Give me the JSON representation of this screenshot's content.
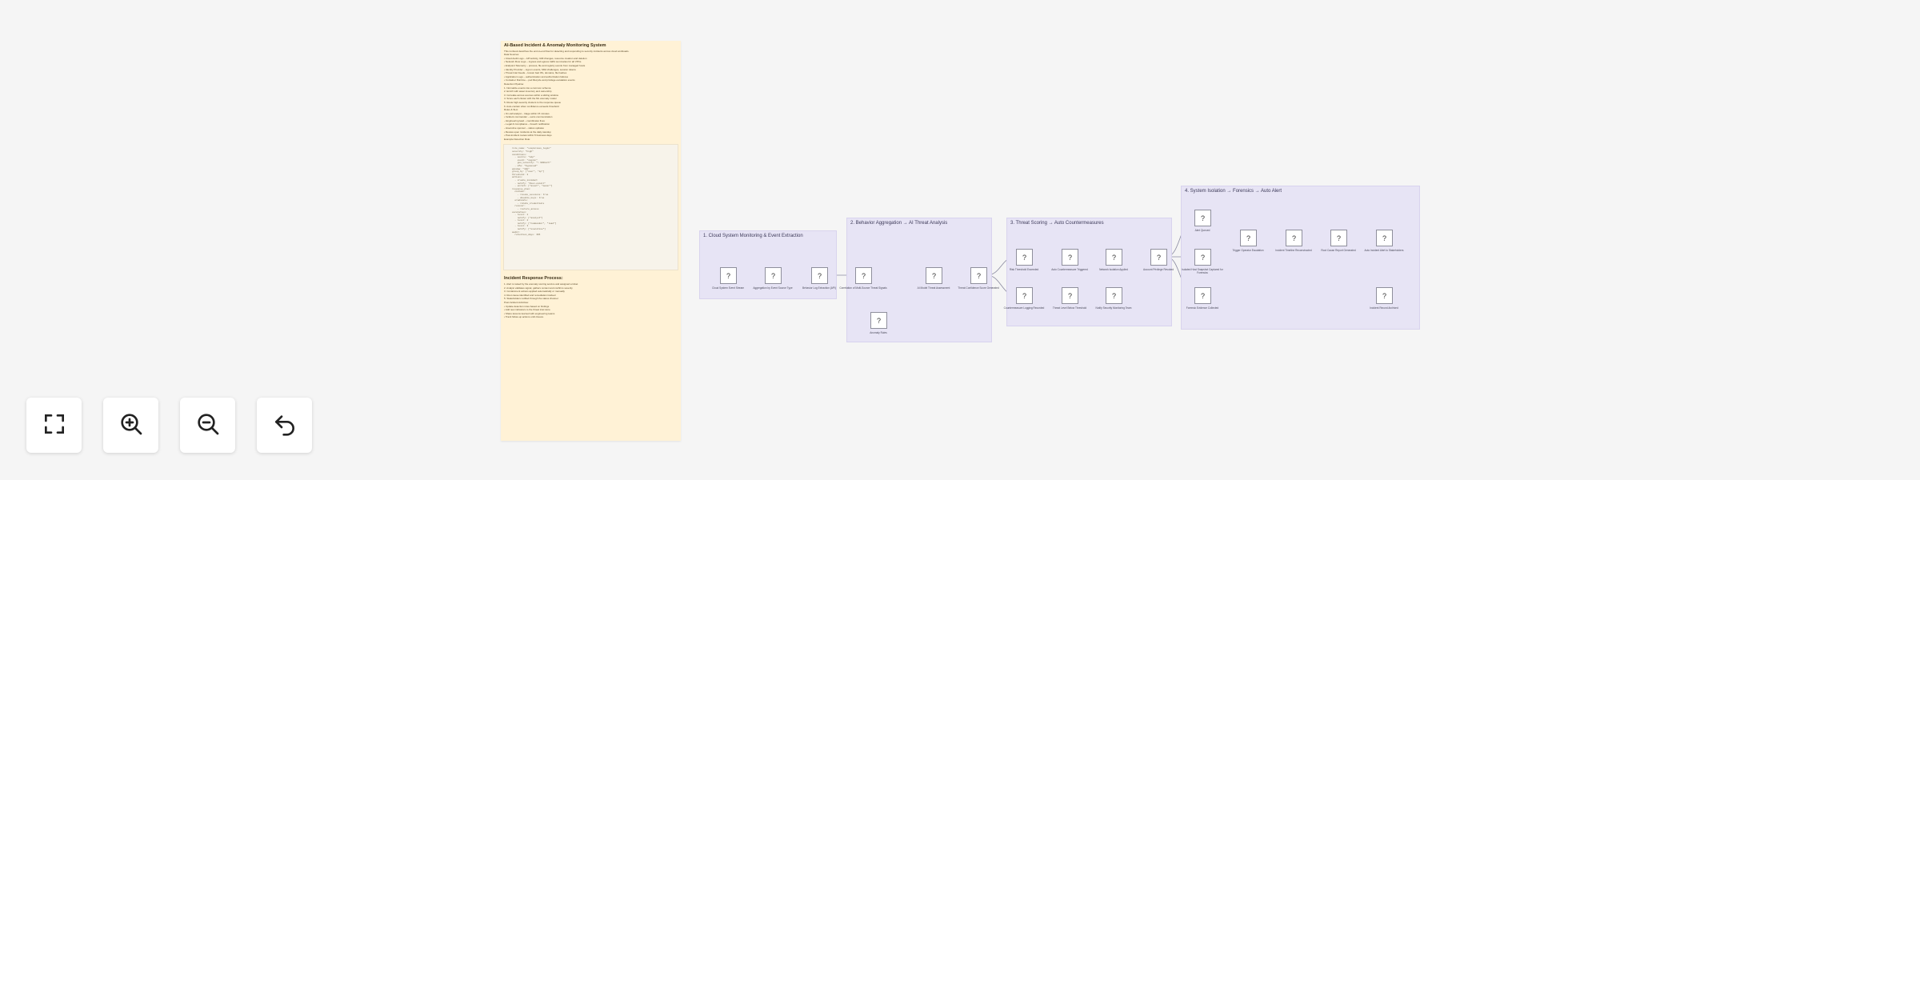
{
  "note": {
    "title": "AI-Based Incident & Anomaly Monitoring System",
    "lines": [
      "This runbook describes the end-to-end flow for detecting and responding to security incidents across cloud workloads.",
      "Data Sources:",
      "• Cloud Audit Logs – API activity, IAM changes, resource creation and deletion",
      "• Network Flow Logs – ingress and egress traffic summaries for all VPCs",
      "• Endpoint Telemetry – process, file and registry events from managed hosts",
      "• Identity Provider – sign-in events, MFA challenges, session tokens",
      "• Threat Intel Feeds – known bad IPs, domains, file hashes",
      "• Application Logs – authentication and authorization failures",
      "• Container Runtime – pod lifecycle and privilege escalation events",
      "Detection Pipeline:",
      "1. Normalize events into a common schema",
      "2. Enrich with asset inventory and ownership",
      "3. Correlate across sources within a sliding window",
      "4. Score each cluster with the ML anomaly model",
      "5. Route high-severity clusters to the response queue",
      "6. Auto-contain when confidence exceeds threshold",
      "Roles & SLA:",
      "• On-call analyst – triage within 15 minutes",
      "• Incident commander – owns communication",
      "  – Engineering lead – coordinates fixes",
      "  – Legal & Compliance – breach notification",
      "  – Executive sponsor – status updates",
      "• Review open incidents at the daily standup",
      "• Post-incident review within 5 business days",
      "Example Detection Rule:"
    ],
    "code_lines": [
      "rule_name: \"suspicious_login\"",
      "severity: \"high\"",
      "conditions:",
      "  - source: \"idp\"",
      "    event: \"signin\"",
      "    geo_velocity: \"> 900km/h\"",
      "  - mfa: \"bypassed\"",
      "window: \"10m\"",
      "group_by: [\"user\", \"ip\"]",
      "threshold: 3",
      "actions:",
      "  - create_incident",
      "  - notify: \"#sec-oncall\"",
      "  - enrich: [\"asset\", \"owner\"]",
      "",
      "response_plan:",
      "  contain:",
      "    - revoke_sessions: true",
      "    - disable_keys: true",
      "  eradicate:",
      "    - rotate_credentials",
      "  recover:",
      "    - restore_access",
      "",
      "escalation:",
      "  - level: 1",
      "    notify: [\"analyst\"]",
      "  - level: 2",
      "    notify: [\"commander\", \"lead\"]",
      "  - level: 3",
      "    notify: [\"executive\"]",
      "",
      "audit:",
      "  retention_days: 365"
    ],
    "footer_title": "Incident Response Process:",
    "footer_lines": [
      "1. Alert is raised by the anomaly scoring service and assigned a ticket",
      "2. Analyst validates signal, gathers context and confirms severity",
      "3. Containment actions applied automatically or manually",
      "4. Root cause identified and remediation tracked",
      "5. Stakeholders notified through the status channel",
      "Post-Incident Activities:",
      "• Update detection rules based on findings",
      "• Add new indicators to the threat intel store",
      "• Share lessons learned with engineering teams",
      "• Track follow-up actions until closure"
    ]
  },
  "groups": [
    {
      "title": "1. Cloud System Monitoring & Event Extraction"
    },
    {
      "title": "2. Behavior Aggregation → AI Threat Analysis"
    },
    {
      "title": "3. Threat Scoring → Auto Countermeasures"
    },
    {
      "title": "4. System Isolation → Forensics → Auto Alert"
    }
  ],
  "nodes": [
    {
      "icon": "?",
      "label": "Cloud System Event Stream"
    },
    {
      "icon": "?",
      "label": "Aggregation by Event Source Type"
    },
    {
      "icon": "?",
      "label": "Behavior Log Extraction (API)"
    },
    {
      "icon": "?",
      "label": "Correlation of Multi-Source Threat Signals"
    },
    {
      "icon": "?",
      "label": "Anomaly Rules"
    },
    {
      "icon": "?",
      "label": "AI Model Threat Assessment"
    },
    {
      "icon": "?",
      "label": "Threat Confidence Score Generated"
    },
    {
      "icon": "?",
      "label": "Risk Threshold Exceeded"
    },
    {
      "icon": "?",
      "label": "Auto Countermeasure Triggered"
    },
    {
      "icon": "?",
      "label": "Network Isolation Applied"
    },
    {
      "icon": "?",
      "label": "Account Privilege Revoked"
    },
    {
      "icon": "?",
      "label": "Countermeasure Logging Recorded"
    },
    {
      "icon": "?",
      "label": "Threat Level Below Threshold"
    },
    {
      "icon": "?",
      "label": "Notify Security Monitoring Team"
    },
    {
      "icon": "?",
      "label": "Alert Queued"
    },
    {
      "icon": "?",
      "label": "Isolated Host Snapshot Captured for Forensics"
    },
    {
      "icon": "?",
      "label": "Forensic Evidence Collected"
    },
    {
      "icon": "?",
      "label": "Trigger Operator Escalation"
    },
    {
      "icon": "?",
      "label": "Incident Timeline Reconstructed"
    },
    {
      "icon": "?",
      "label": "Root Cause Report Generated"
    },
    {
      "icon": "?",
      "label": "Auto Incident Alert to Stakeholders"
    },
    {
      "icon": "?",
      "label": "Incident Record Archived"
    }
  ],
  "controls": [
    {
      "name": "fullscreen-button",
      "icon": "fullscreen-icon"
    },
    {
      "name": "zoom-in-button",
      "icon": "zoom-in-icon"
    },
    {
      "name": "zoom-out-button",
      "icon": "zoom-out-icon"
    },
    {
      "name": "undo-button",
      "icon": "undo-icon"
    }
  ],
  "colors": {
    "canvas": "#f5f5f5",
    "note": "#fff2d6",
    "group": "#e7e4f5",
    "edge": "#8a8aa0"
  }
}
